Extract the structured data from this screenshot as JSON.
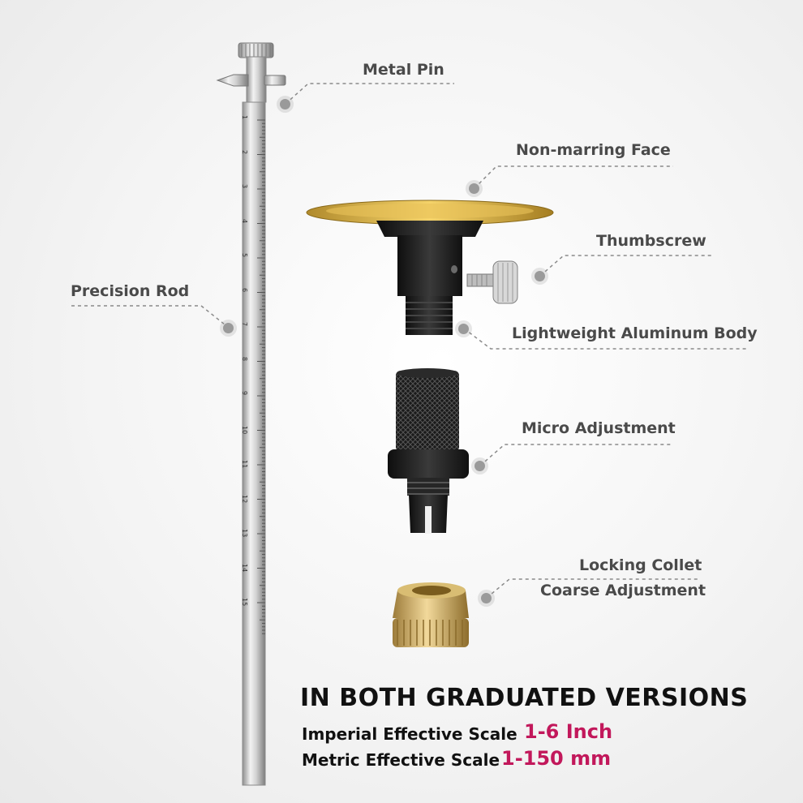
{
  "callouts": {
    "metal_pin": "Metal Pin",
    "non_marring_face": "Non-marring  Face",
    "thumbscrew": "Thumbscrew",
    "precision_rod": "Precision Rod",
    "lightweight_body": "Lightweight Aluminum Body",
    "micro_adjustment": "Micro Adjustment",
    "locking_collet": "Locking Collet",
    "coarse_adjustment": "Coarse Adjustment"
  },
  "headline": "IN BOTH GRADUATED VERSIONS",
  "scales": {
    "imperial_label": "Imperial Effective Scale",
    "imperial_value": "1-6 Inch",
    "metric_label": "Metric Effective Scale",
    "metric_value": "1-150 mm"
  },
  "rod_ticks": [
    "1",
    "2",
    "3",
    "4",
    "5",
    "6",
    "7",
    "8",
    "9",
    "10",
    "11",
    "12",
    "13",
    "14",
    "15"
  ],
  "colors": {
    "accent": "#c2185b",
    "label_text": "#4a4a4a",
    "brass": "#c9a24a",
    "anodized": "#1c1c1c"
  }
}
